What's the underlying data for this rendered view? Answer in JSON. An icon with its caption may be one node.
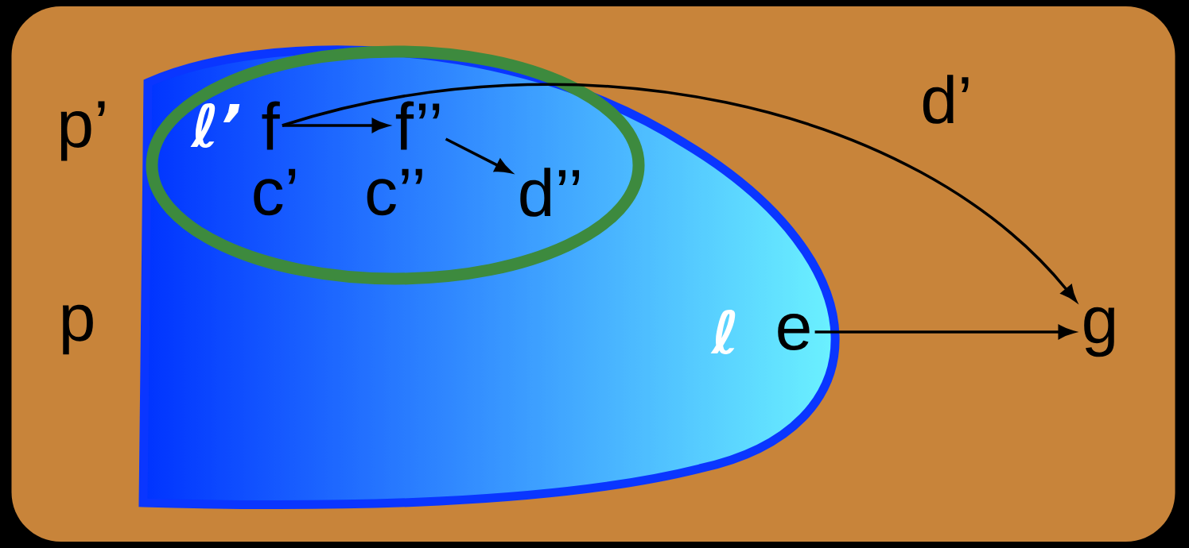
{
  "diagram": {
    "nodes": [
      {
        "text": [],
        "shape": "box"
      },
      {
        "text": [
          "ℓ"
        ],
        "in": 0
      },
      {
        "text": [
          "ℓ’"
        ],
        "in": 1
      },
      {
        "text": [
          "f"
        ],
        "in": 2
      },
      {
        "text": [
          "f’’"
        ],
        "in": 2
      },
      {
        "text": [
          "d’’"
        ],
        "in": 2
      },
      {
        "text": [
          "e"
        ],
        "in": 1
      },
      {
        "text": [
          "g"
        ],
        "in": 0
      }
    ],
    "edges": [
      {
        "from": 3,
        "to": 7,
        "arrow": "to"
      },
      {
        "from": 3,
        "to": 4,
        "arrow": "to"
      },
      {
        "from": 4,
        "to": 5,
        "arrow": "to"
      },
      {
        "from": 6,
        "to": 7,
        "arrow": "to"
      }
    ],
    "labels": [
      "d’",
      "p’",
      "c’",
      "c’’",
      "p"
    ]
  }
}
